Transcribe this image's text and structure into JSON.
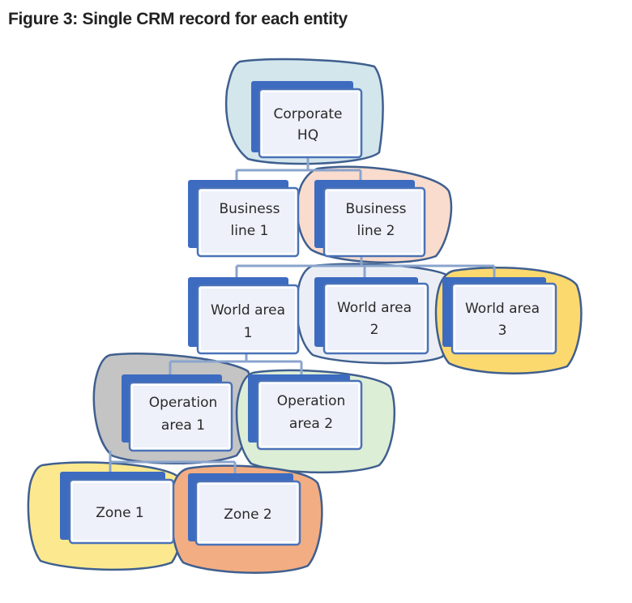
{
  "figure": {
    "title": "Figure 3: Single CRM record for each entity"
  },
  "nodes": {
    "corporate_hq": {
      "line1": "Corporate",
      "line2": "HQ"
    },
    "business_line_1": {
      "line1": "Business",
      "line2": "line 1"
    },
    "business_line_2": {
      "line1": "Business",
      "line2": "line 2"
    },
    "world_area_1": {
      "line1": "World area",
      "line2": "1"
    },
    "world_area_2": {
      "line1": "World area",
      "line2": "2"
    },
    "world_area_3": {
      "line1": "World area",
      "line2": "3"
    },
    "operation_area_1": {
      "line1": "Operation",
      "line2": "area 1"
    },
    "operation_area_2": {
      "line1": "Operation",
      "line2": "area 2"
    },
    "zone_1": {
      "line1": "Zone 1"
    },
    "zone_2": {
      "line1": "Zone 2"
    }
  },
  "colors": {
    "blob_corporate": "#d3e6ec",
    "blob_business2": "#f9dccd",
    "blob_world": "#ebeff5",
    "blob_world3": "#fcd96f",
    "blob_operation1": "#c4c4c4",
    "blob_operation2": "#ddeed6",
    "blob_zone1": "#fce98f",
    "blob_zone2": "#f3ad82"
  }
}
